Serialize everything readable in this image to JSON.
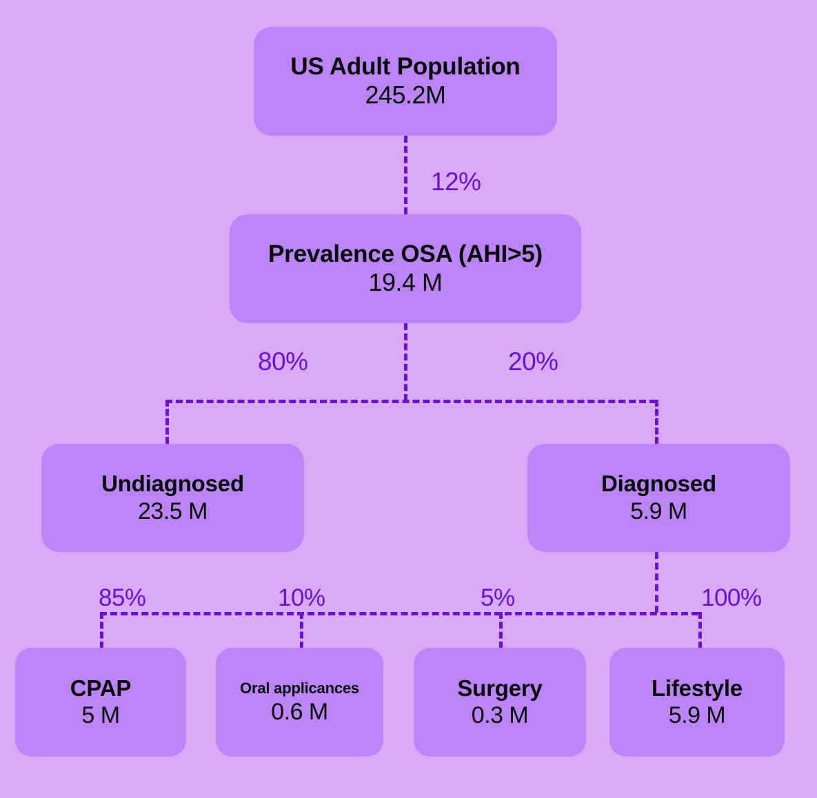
{
  "diagram": {
    "type": "flowchart",
    "background_color": "#d8aaf5",
    "node_color": "#bb84f7",
    "connector_color": "#6d10d0",
    "node_text_color": "#0a0a0a",
    "connector_style": "dashed"
  },
  "nodes": {
    "population": {
      "title": "US Adult Population",
      "value": "245.2M"
    },
    "osa": {
      "title": "Prevalence OSA (AHI>5)",
      "value": "19.4 M"
    },
    "undiagnosed": {
      "title": "Undiagnosed",
      "value": "23.5 M"
    },
    "diagnosed": {
      "title": "Diagnosed",
      "value": "5.9 M"
    },
    "cpap": {
      "title": "CPAP",
      "value": "5 M"
    },
    "oral": {
      "title": "Oral applicances",
      "value": "0.6 M"
    },
    "surgery": {
      "title": "Surgery",
      "value": "0.3 M"
    },
    "lifestyle": {
      "title": "Lifestyle",
      "value": "5.9 M"
    }
  },
  "edges": {
    "population_to_osa": "12%",
    "osa_to_undiagnosed": "80%",
    "osa_to_diagnosed": "20%",
    "diagnosed_to_cpap": "85%",
    "diagnosed_to_oral": "10%",
    "diagnosed_to_surgery": "5%",
    "diagnosed_to_lifestyle": "100%"
  }
}
